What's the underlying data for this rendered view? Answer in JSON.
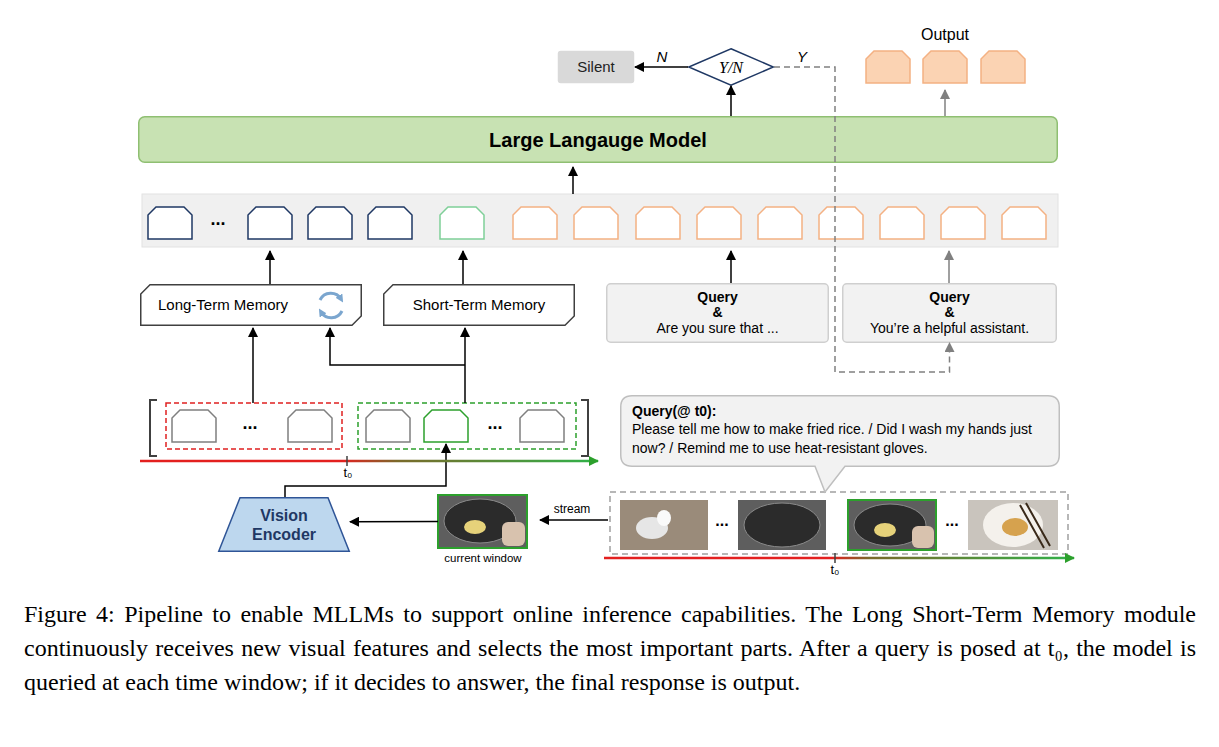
{
  "diagram": {
    "caption": "Figure 4: Pipeline to enable MLLMs to support online inference capabilities. The Long Short-Term Memory module continuously receives new visual features and selects the most important parts. After a query is posed at t₀, the model is queried at each time window; if it decides to answer, the final response is output.",
    "nodes": [
      {
        "text": [
          "Silent"
        ]
      },
      {
        "text": [
          "Y/N"
        ]
      },
      {
        "text": [
          "Large Langauge Model"
        ]
      },
      {
        "text": [
          "Long-Term Memory"
        ]
      },
      {
        "text": [
          "Short-Term Memory"
        ]
      },
      {
        "text": [
          "Query &",
          "Are you sure that ..."
        ]
      },
      {
        "text": [
          "Query &",
          "You’re a helpful assistant."
        ]
      },
      {
        "text": [
          "Vision Encoder"
        ]
      },
      {
        "text": [
          "Query(@ t0):",
          "Please tell me how to make fried rice. / Did I wash my hands just now? / Remind me to use heat-resistant gloves."
        ]
      },
      {
        "text": [
          "current window"
        ]
      }
    ],
    "edges": [
      {
        "from": 1,
        "to": 0,
        "arrow": "to",
        "label": "N"
      },
      {
        "from": 2,
        "to": 1,
        "arrow": "to"
      },
      {
        "from": 1,
        "to": 6,
        "arrow": "to",
        "label": "Y"
      },
      {
        "from": 9,
        "to": 7,
        "arrow": "to"
      }
    ],
    "labels": [
      "Output",
      "...",
      "...",
      "...",
      "t₀",
      "stream",
      "...",
      "...",
      "t₀"
    ]
  }
}
